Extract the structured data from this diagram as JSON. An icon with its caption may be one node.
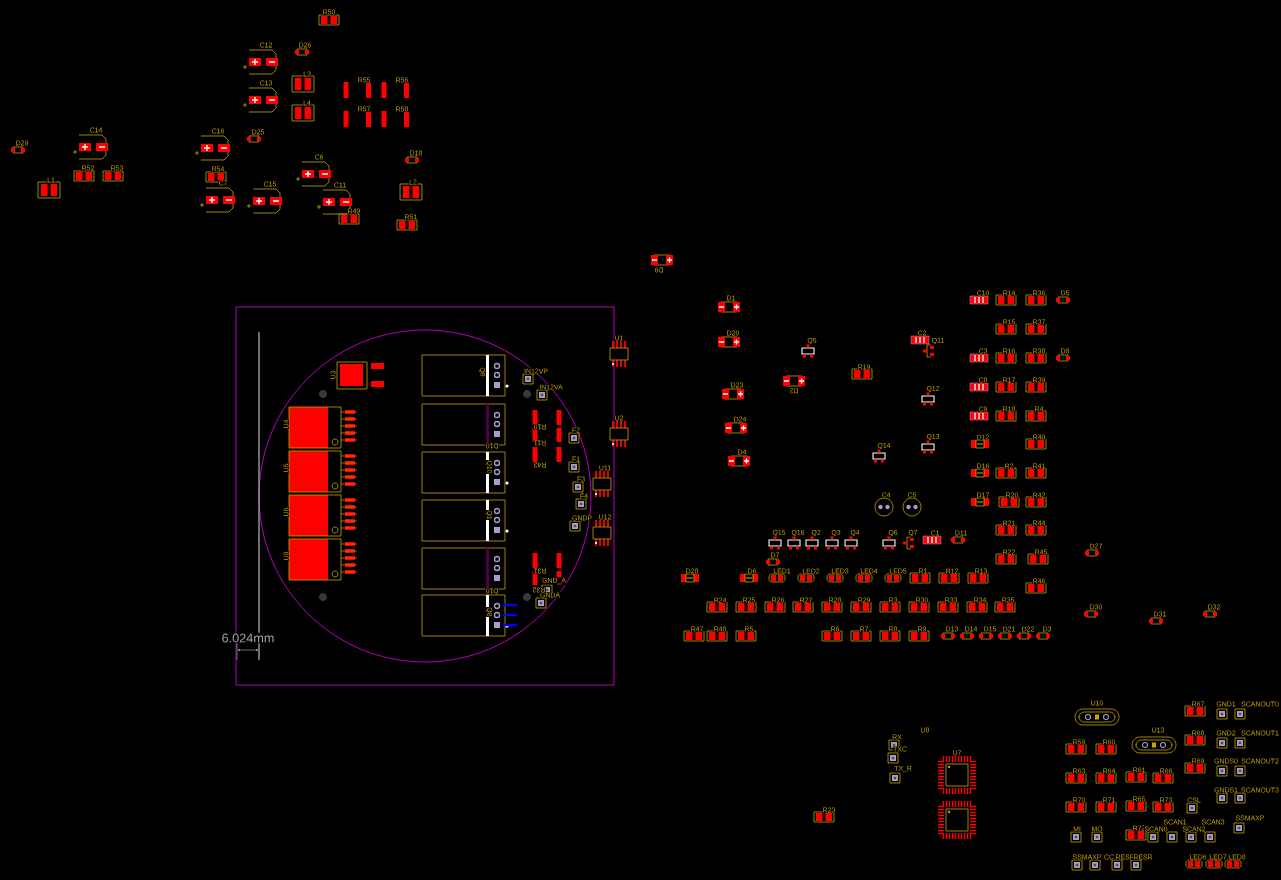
{
  "diagram": {
    "labels": [
      "R50",
      "C12",
      "D26",
      "L3",
      "R55",
      "R56",
      "C13",
      "L4",
      "R57",
      "R58",
      "C14",
      "C16",
      "D25",
      "D29",
      "D18",
      "C6",
      "R52",
      "R53",
      "R54",
      "L1",
      "C7",
      "C15",
      "C11",
      "L2",
      "R49",
      "R51",
      "D9",
      "D1",
      "D20",
      "Q5",
      "C2",
      "Q11",
      "R19",
      "D23",
      "D2",
      "D24",
      "Q12",
      "D4",
      "Q14",
      "Q13",
      "C4",
      "C5",
      "C10",
      "R14",
      "R36",
      "D5",
      "R15",
      "R37",
      "C3",
      "R16",
      "R38",
      "D8",
      "C8",
      "R17",
      "R39",
      "C9",
      "R18",
      "R4",
      "D12",
      "R40",
      "D16",
      "R2",
      "R41",
      "D17",
      "R20",
      "R42",
      "R21",
      "R44",
      "R22",
      "R45",
      "R46",
      "D27",
      "Q15",
      "Q16",
      "Q2",
      "Q3",
      "Q4",
      "Q6",
      "Q7",
      "C1",
      "D11",
      "D7",
      "D28",
      "D6",
      "LED1",
      "LED2",
      "LED3",
      "LED4",
      "LED5",
      "R1",
      "R12",
      "R13",
      "R24",
      "R25",
      "R26",
      "R27",
      "R28",
      "R29",
      "R3",
      "R30",
      "R33",
      "R34",
      "R35",
      "D30",
      "D31",
      "D32",
      "R47",
      "R48",
      "R5",
      "R6",
      "R7",
      "R8",
      "R9",
      "D13",
      "D14",
      "D15",
      "D21",
      "D22",
      "D3",
      "6.024mm",
      "U3",
      "U4",
      "U5",
      "U6",
      "U9",
      "Q9",
      "D10",
      "Q10",
      "Q1",
      "D10",
      "Q8",
      "IN12VP",
      "IN12VA",
      "R10",
      "R11",
      "R43",
      "R31",
      "R32",
      "GND_A",
      "GNDA",
      "F2",
      "F1",
      "F3",
      "F4",
      "GNDP",
      "U1",
      "U2",
      "U11",
      "U12",
      "U10",
      "R67",
      "GND1",
      "SCANOUT0",
      "U8",
      "U13",
      "RX",
      "R59",
      "R60",
      "R68",
      "GND2",
      "SCANOUT1",
      "TXC",
      "U7",
      "TX_R",
      "R69",
      "GNDS0",
      "SCANOUT2",
      "R63",
      "R64",
      "R61",
      "R66",
      "GNDS1",
      "SCANOUT3",
      "R70",
      "R71",
      "R65",
      "R73",
      "CSL",
      "R23",
      "SSMAXP",
      "MI",
      "MO",
      "R72",
      "SCAN0",
      "SCAN1",
      "SCAN2",
      "SCAN3",
      "SSMAXP",
      "CC",
      "RESP",
      "RESR",
      "LED6",
      "LED7",
      "LED8"
    ]
  }
}
